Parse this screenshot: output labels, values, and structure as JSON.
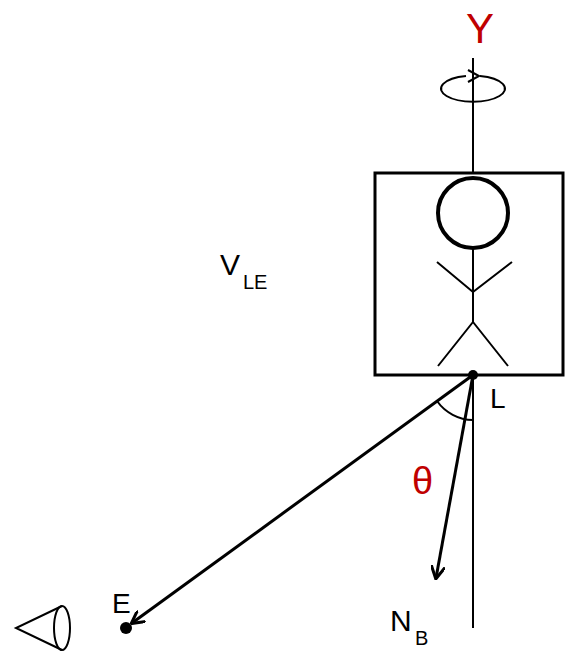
{
  "diagram": {
    "labels": [
      "Y",
      "L",
      "V",
      "LE",
      "θ",
      "N",
      "B",
      "E"
    ]
  }
}
